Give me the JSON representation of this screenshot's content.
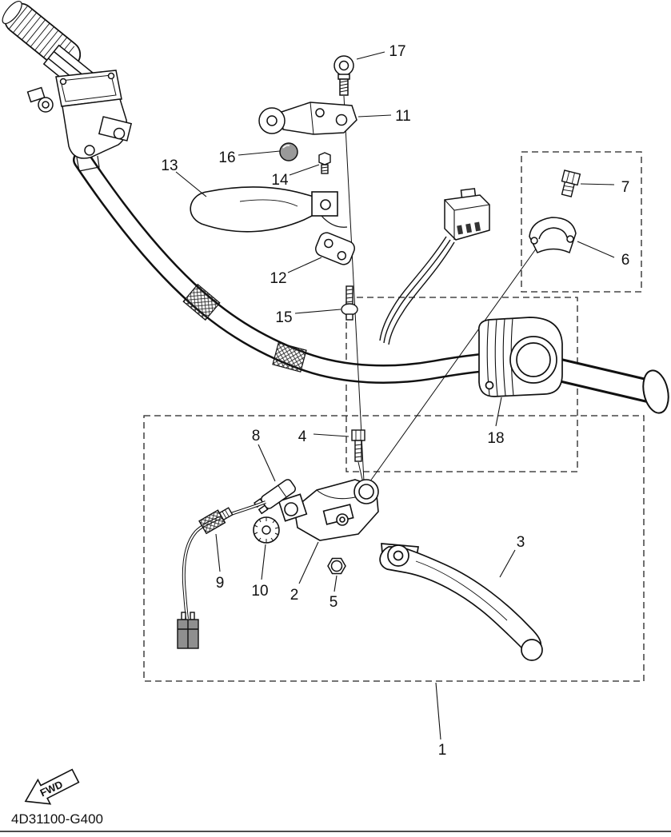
{
  "diagram": {
    "part_code": "4D31100-G400",
    "fwd_label": "FWD",
    "callouts": {
      "n1": "1",
      "n2": "2",
      "n3": "3",
      "n4": "4",
      "n5": "5",
      "n6": "6",
      "n7": "7",
      "n8": "8",
      "n9": "9",
      "n10": "10",
      "n11": "11",
      "n12": "12",
      "n13": "13",
      "n14": "14",
      "n15": "15",
      "n16": "16",
      "n17": "17",
      "n18": "18"
    }
  }
}
